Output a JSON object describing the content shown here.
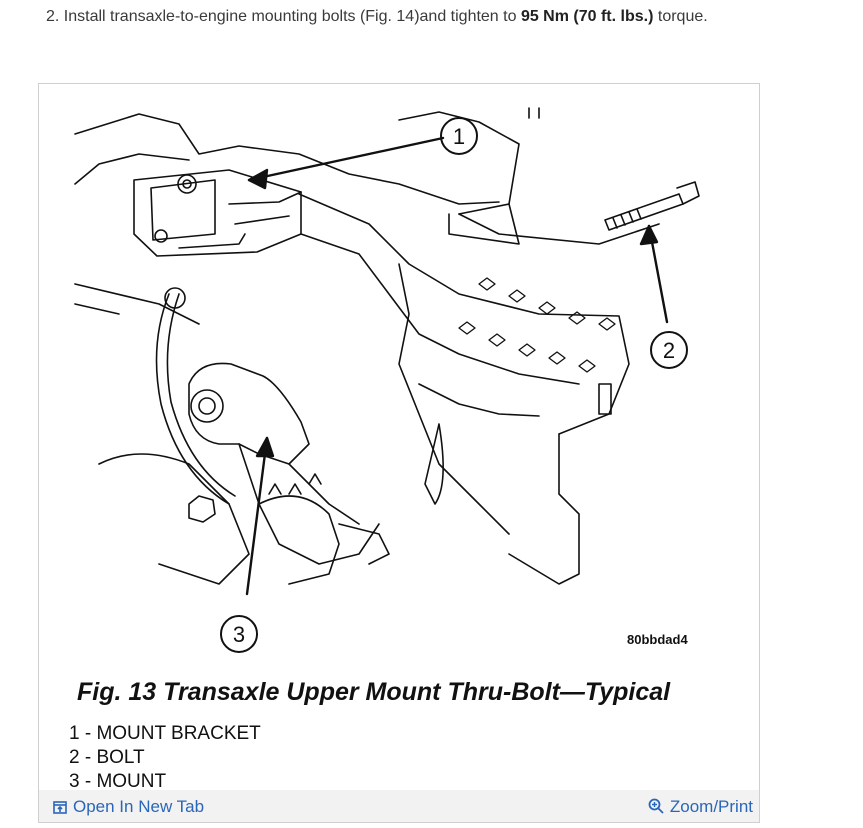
{
  "step": {
    "prefix": "2. Install transaxle-to-engine mounting bolts (Fig. 14)and tighten to ",
    "torque": "95 Nm (70 ft. lbs.)",
    "suffix": " torque."
  },
  "figure": {
    "callouts": [
      "1",
      "2",
      "3"
    ],
    "image_id": "80bbdad4",
    "caption": "Fig. 13 Transaxle Upper Mount Thru-Bolt—Typical",
    "legend": [
      "1 - MOUNT BRACKET",
      "2 - BOLT",
      "3 - MOUNT"
    ]
  },
  "footer": {
    "open_label": "Open In New Tab",
    "zoom_label": "Zoom/Print",
    "link_color": "#2a66b8",
    "open_icon": "open-new-tab-icon",
    "zoom_icon": "magnifier-icon"
  }
}
